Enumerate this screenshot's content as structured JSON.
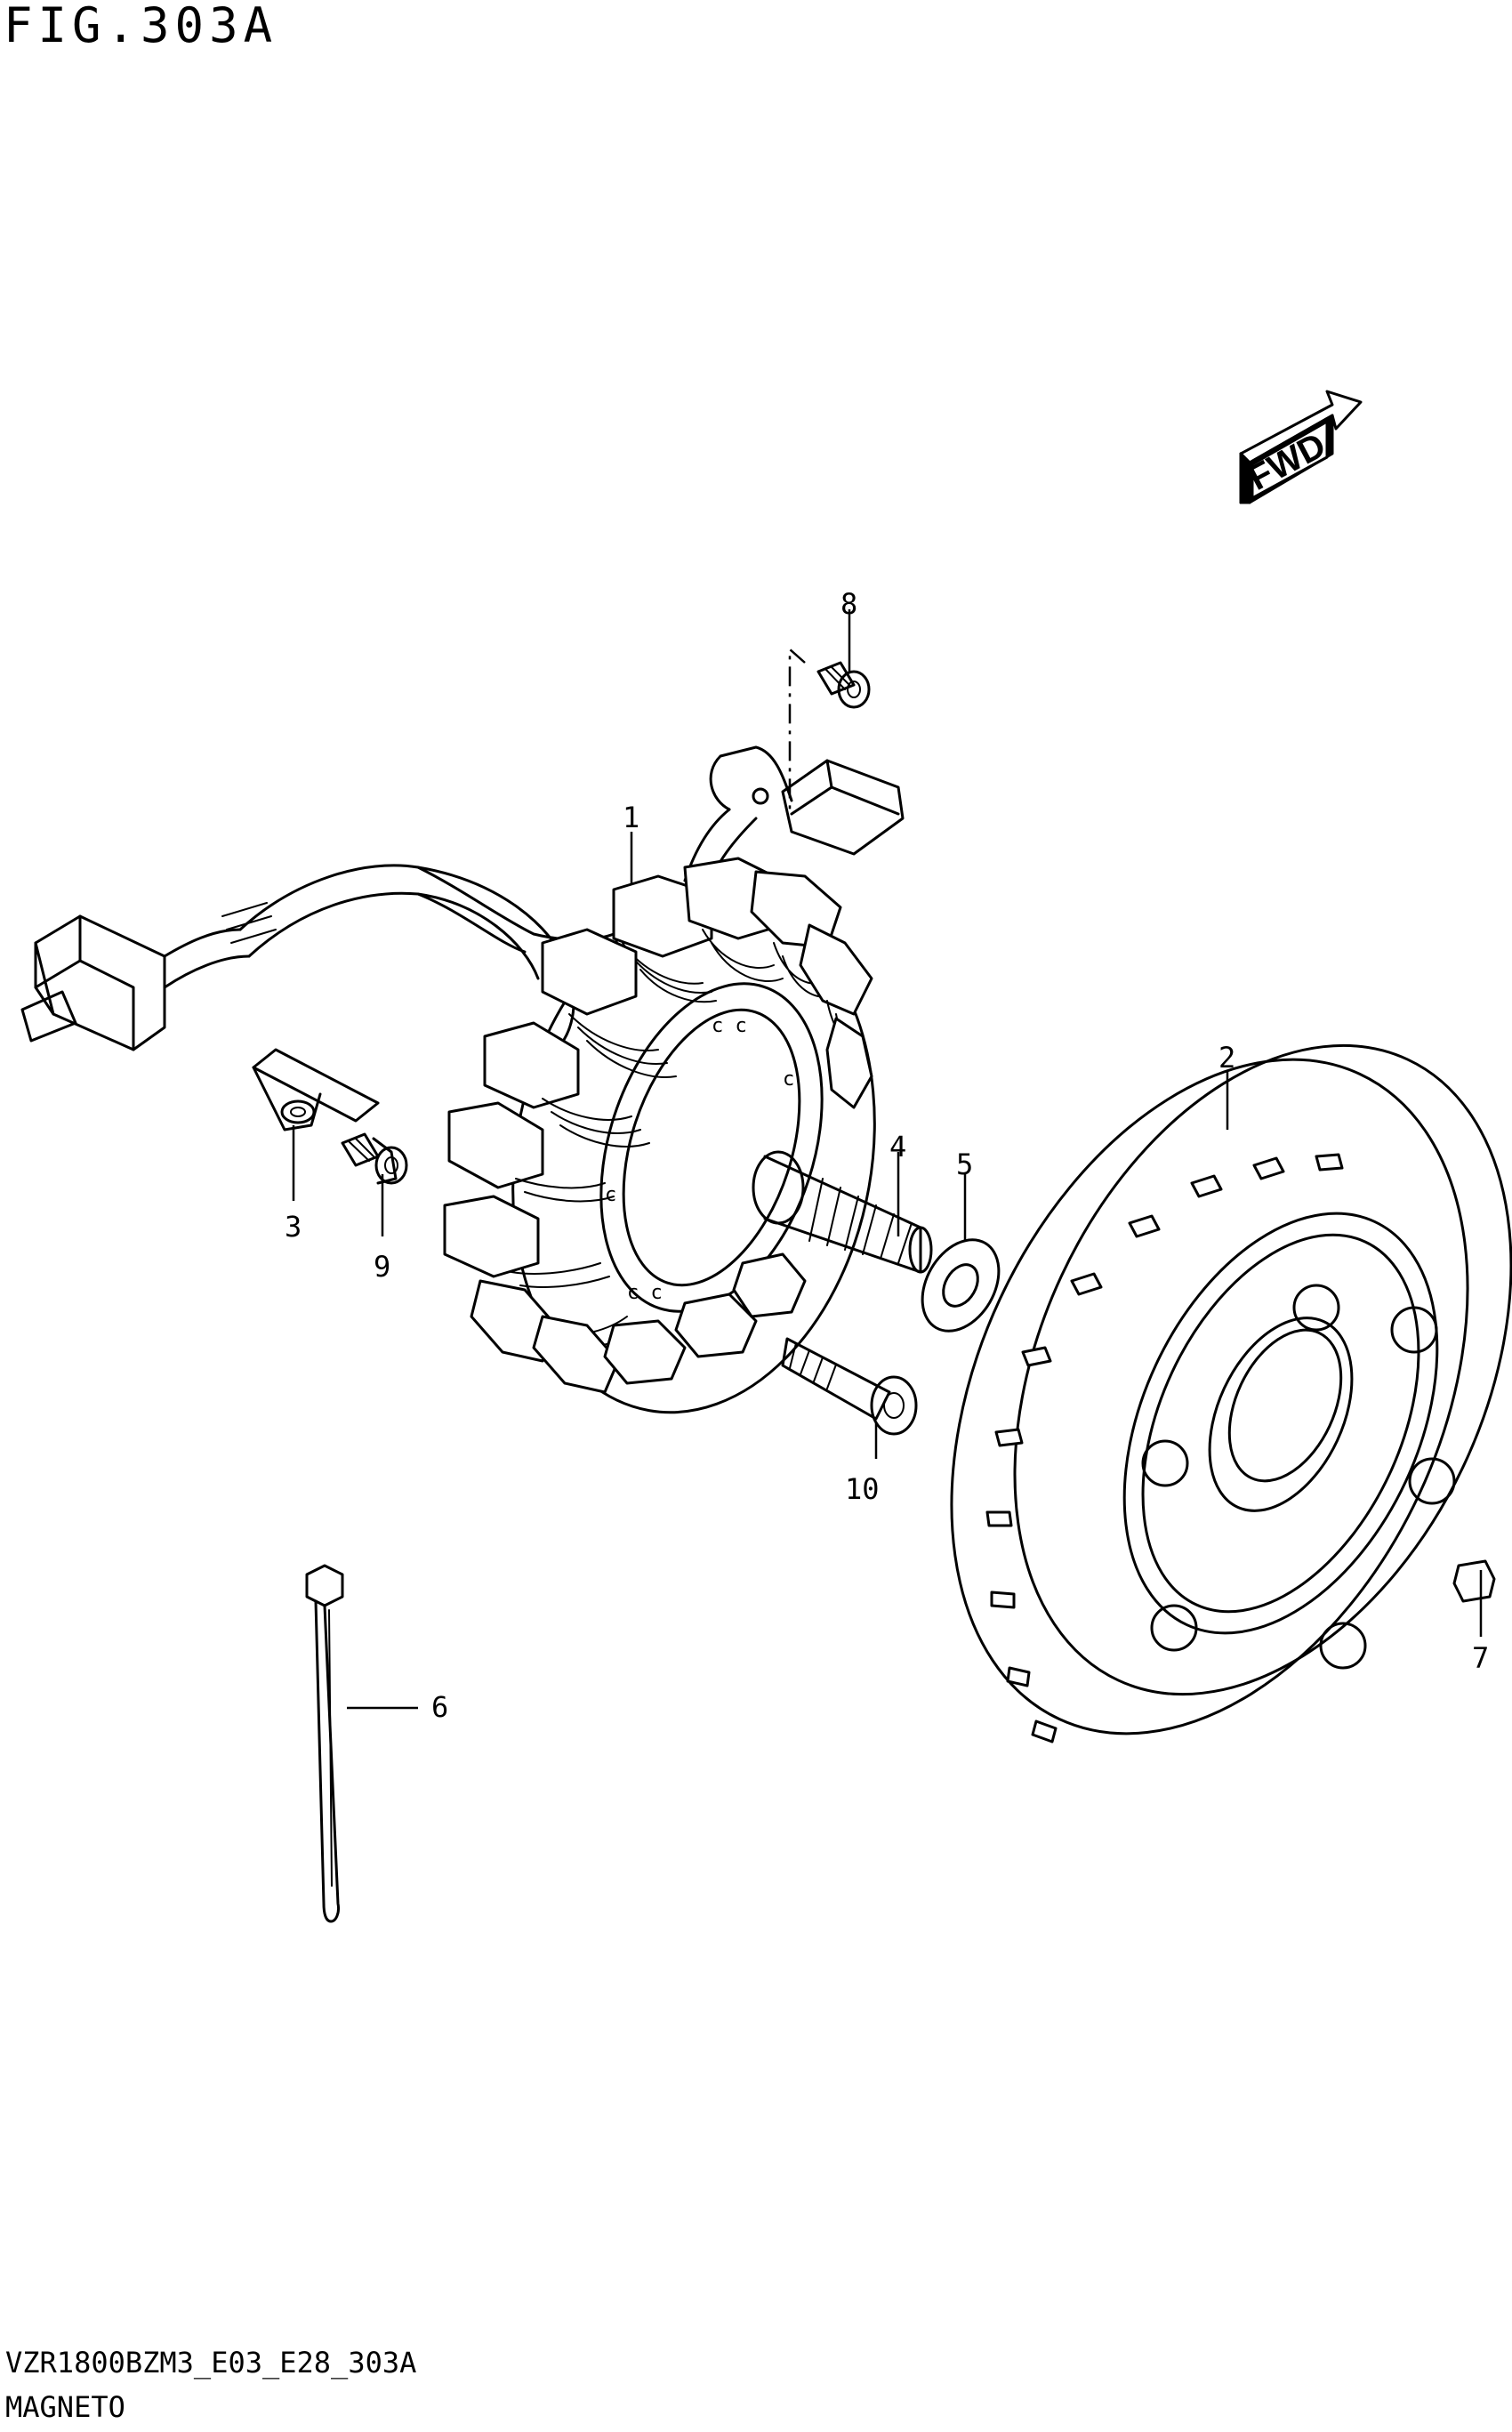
{
  "figure": {
    "title": "FIG.303A",
    "model_code": "VZR1800BZM3_E03_E28_303A",
    "name": "MAGNETO"
  },
  "direction_label": "FWD",
  "callouts": [
    "1",
    "2",
    "3",
    "4",
    "5",
    "6",
    "7",
    "8",
    "9",
    "10"
  ],
  "parts": {
    "stator": "stator-assembly",
    "rotor": "rotor-flywheel"
  },
  "colors": {
    "ink": "#000000",
    "paper": "#ffffff"
  }
}
